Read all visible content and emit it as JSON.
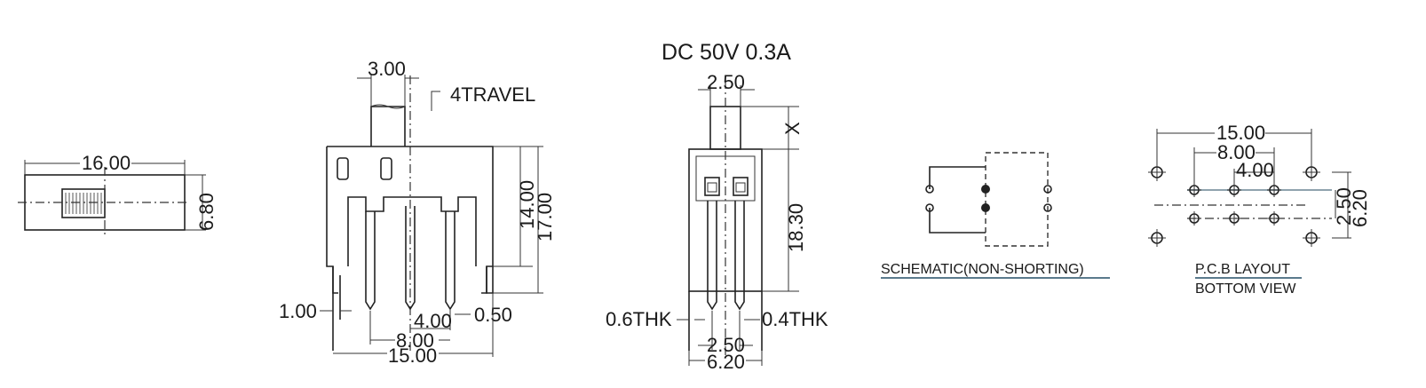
{
  "rating": "DC  50V  0.3A",
  "top_view": {
    "length": "16.00",
    "height": "6.80"
  },
  "front_view": {
    "knob_width": "3.00",
    "travel": "4TRAVEL",
    "body_height": "14.00",
    "total_height": "17.00",
    "tab_width": "1.00",
    "pin_width": "0.50",
    "pin_pitch": "4.00",
    "pin_span": "8.00",
    "overall_width": "15.00"
  },
  "side_view": {
    "knob_width": "2.50",
    "travel_mark": "X",
    "body_height": "18.30",
    "tab_thickness": "0.6THK",
    "pin_thickness": "0.4THK",
    "pin_spacing": "2.50",
    "overall_width": "6.20"
  },
  "schematic": {
    "label": "SCHEMATIC(NON-SHORTING)"
  },
  "pcb": {
    "label_line1": "P.C.B LAYOUT",
    "label_line2": "BOTTOM VIEW",
    "outer_span": "15.00",
    "pin_span": "8.00",
    "pin_pitch": "4.00",
    "row_spacing": "2.50",
    "outer_row_spacing": "6.20"
  }
}
